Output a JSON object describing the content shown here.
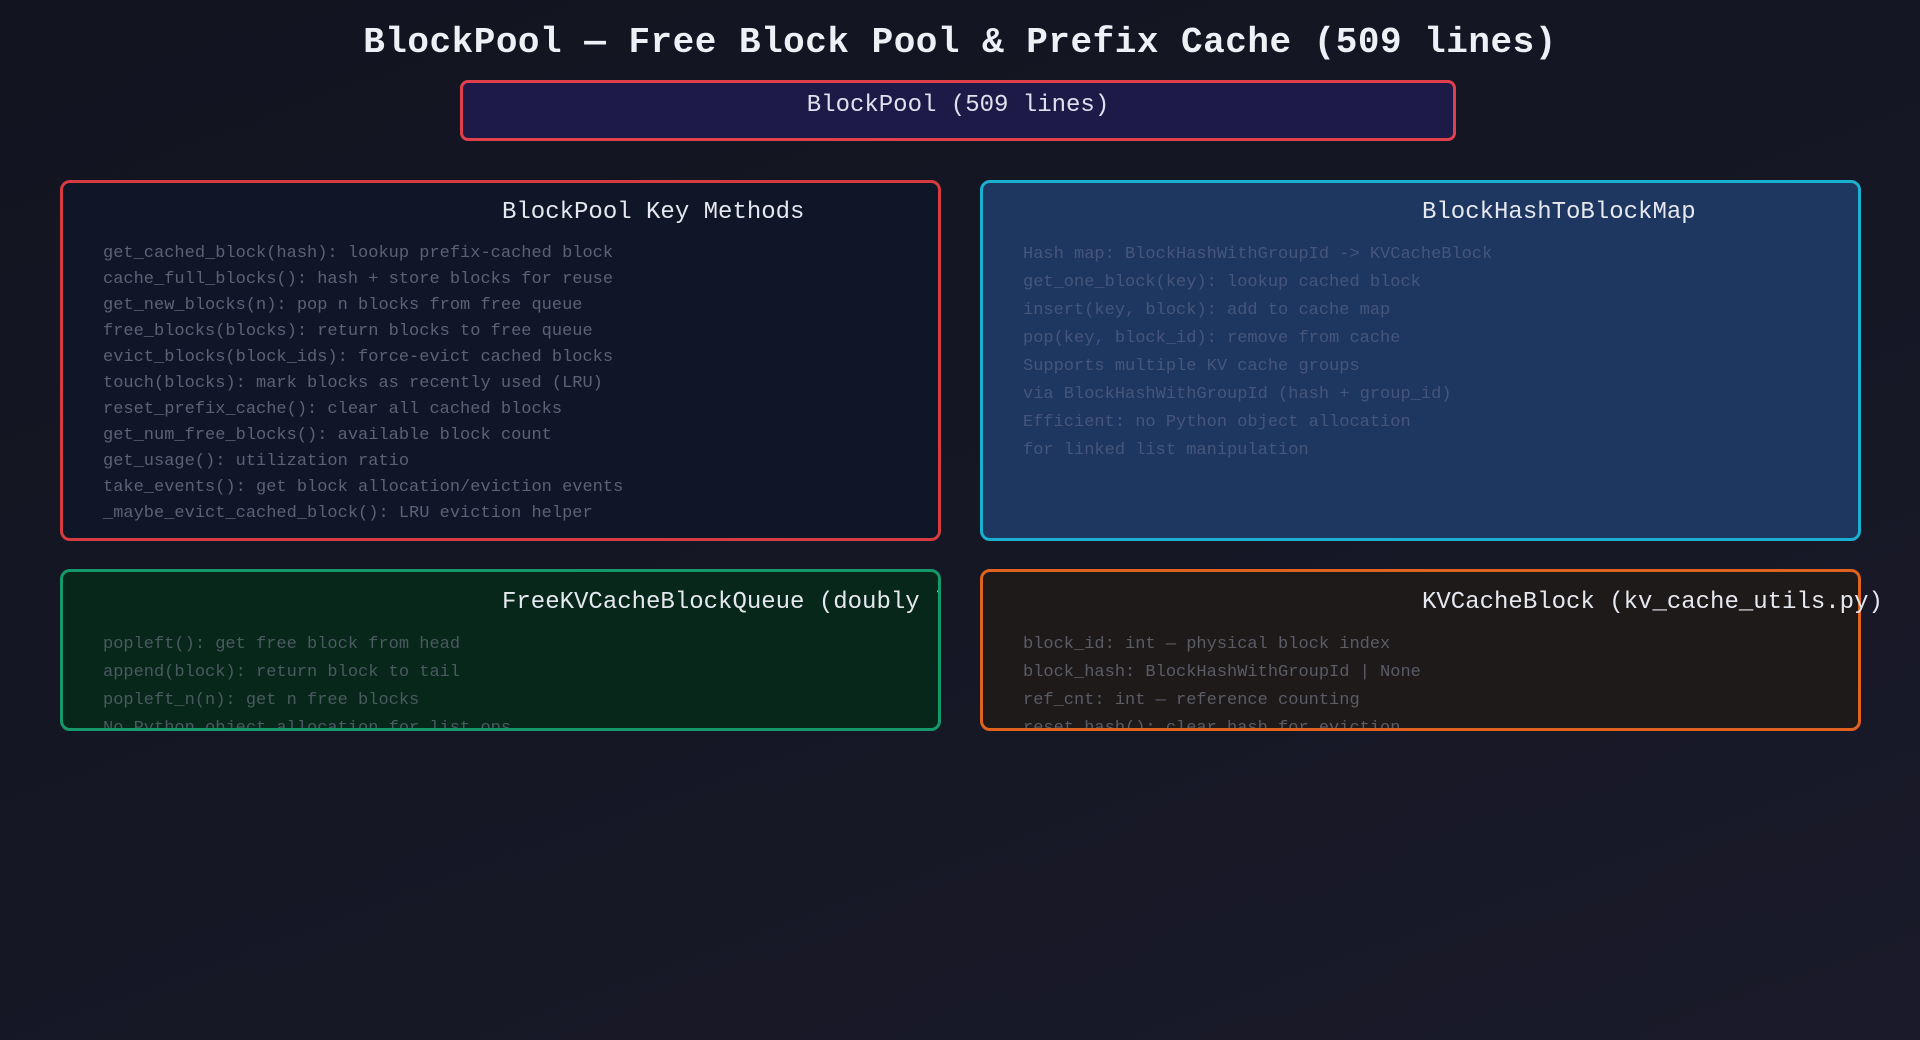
{
  "title": "BlockPool — Free Block Pool & Prefix Cache (509 lines)",
  "root": {
    "label": "BlockPool (509 lines)"
  },
  "cards": {
    "methods": {
      "title": "BlockPool Key Methods",
      "lines": [
        "get_cached_block(hash): lookup prefix-cached block",
        "cache_full_blocks(): hash + store blocks for reuse",
        "get_new_blocks(n): pop n blocks from free queue",
        "free_blocks(blocks): return blocks to free queue",
        "evict_blocks(block_ids): force-evict cached blocks",
        "touch(blocks): mark blocks as recently used (LRU)",
        "reset_prefix_cache(): clear all cached blocks",
        "get_num_free_blocks(): available block count",
        "get_usage(): utilization ratio",
        "take_events(): get block allocation/eviction events",
        "_maybe_evict_cached_block(): LRU eviction helper"
      ]
    },
    "hashmap": {
      "title": "BlockHashToBlockMap",
      "lines": [
        "Hash map: BlockHashWithGroupId -> KVCacheBlock",
        "get_one_block(key): lookup cached block",
        "insert(key, block): add to cache map",
        "pop(key, block_id): remove from cache",
        "Supports multiple KV cache groups",
        "via BlockHashWithGroupId (hash + group_id)",
        "Efficient: no Python object allocation",
        "for linked list manipulation"
      ]
    },
    "queue": {
      "title": "FreeKVCacheBlockQueue (doubly lin",
      "lines": [
        "popleft(): get free block from head",
        "append(block): return block to tail",
        "popleft_n(n): get n free blocks",
        "No Python object allocation for list ops"
      ]
    },
    "kvblock": {
      "title": "KVCacheBlock (kv_cache_utils.py)",
      "lines": [
        "block_id: int — physical block index",
        "block_hash: BlockHashWithGroupId | None",
        "ref_cnt: int — reference counting",
        "reset_hash(): clear hash for eviction"
      ]
    }
  },
  "colors": {
    "background": "#14151f",
    "root_border": "#e0404c",
    "methods_border": "#d63b3f",
    "hashmap_border": "#1ab0cf",
    "queue_border": "#15996a",
    "kvblock_border": "#e0621f"
  }
}
